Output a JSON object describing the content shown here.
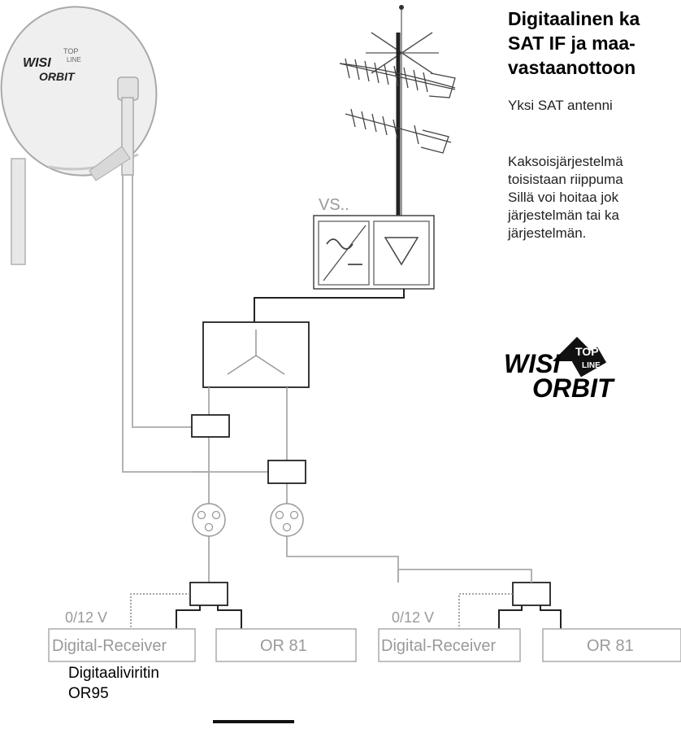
{
  "heading": {
    "line1": "Digitaalinen ka",
    "line2": "SAT IF ja maa-",
    "line3": "vastaanottoon"
  },
  "intro_text": "Yksi SAT antenni",
  "body_text": {
    "line1": "Kaksoisjärjestelmä",
    "line2": "toisistaan riippuma",
    "line3": "Sillä voi hoitaa jok",
    "line4": "järjestelmän tai ka",
    "line5": "järjestelmän."
  },
  "logo": {
    "line1": "WISI",
    "line2": "ORBIT",
    "badge_top": "TOP",
    "badge_bottom": "LINE"
  },
  "dish_logo": {
    "line1": "WISI",
    "line2": "ORBIT",
    "badge_top": "TOP",
    "badge_bottom": "LINE"
  },
  "amplifier_label": "VS..",
  "voltage_label_left": "0/12 V",
  "voltage_label_right": "0/12 V",
  "receiver_left": "Digital-Receiver",
  "receiver_right": "Digital-Receiver",
  "or81_left": "OR 81",
  "or81_right": "OR 81",
  "caption": {
    "line1": "Digitaaliviritin",
    "line2": "OR95"
  },
  "colors": {
    "wire": "#aaaaaa",
    "dark_wire": "#222222",
    "label_grey": "#9a9a9a"
  }
}
